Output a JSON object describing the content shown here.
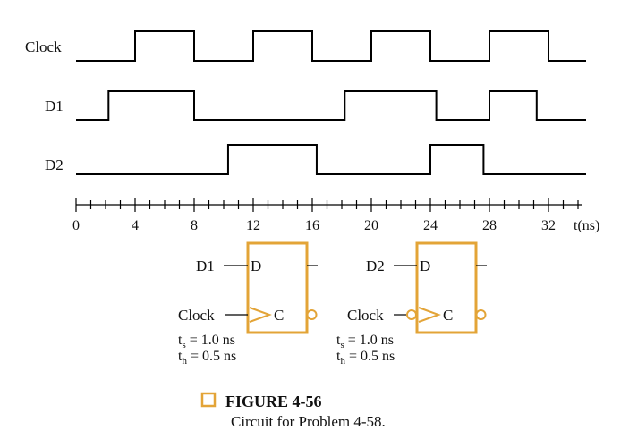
{
  "colors": {
    "accent": "#e3a437",
    "wave": "#000000"
  },
  "signals": [
    {
      "label": "Clock",
      "initial": 0,
      "transitions": [
        4,
        8,
        12,
        16,
        20,
        24,
        28,
        32
      ]
    },
    {
      "label": "D1",
      "initial": 0,
      "transitions": [
        2.2,
        8,
        18.2,
        24.4,
        28,
        31.2
      ]
    },
    {
      "label": "D2",
      "initial": 0,
      "transitions": [
        10.3,
        16.3,
        24,
        27.6
      ]
    }
  ],
  "time_axis": {
    "start": 0,
    "end": 34,
    "minor_step": 1,
    "labels": [
      "0",
      "4",
      "8",
      "12",
      "16",
      "20",
      "24",
      "28",
      "32"
    ],
    "unit_label": "t(ns)"
  },
  "flipflops": [
    {
      "d_input": "D1",
      "clock_input": "Clock",
      "d_pin": "D",
      "clk_pin": "C",
      "clock_inverted": false,
      "setup": {
        "symbol": "t",
        "sub": "s",
        "text": " = 1.0 ns"
      },
      "hold": {
        "symbol": "t",
        "sub": "h",
        "text": " = 0.5 ns"
      }
    },
    {
      "d_input": "D2",
      "clock_input": "Clock",
      "d_pin": "D",
      "clk_pin": "C",
      "clock_inverted": true,
      "setup": {
        "symbol": "t",
        "sub": "s",
        "text": " = 1.0 ns"
      },
      "hold": {
        "symbol": "t",
        "sub": "h",
        "text": " = 0.5 ns"
      }
    }
  ],
  "caption": {
    "title": "FIGURE 4-56",
    "text": "Circuit for Problem 4-58."
  }
}
